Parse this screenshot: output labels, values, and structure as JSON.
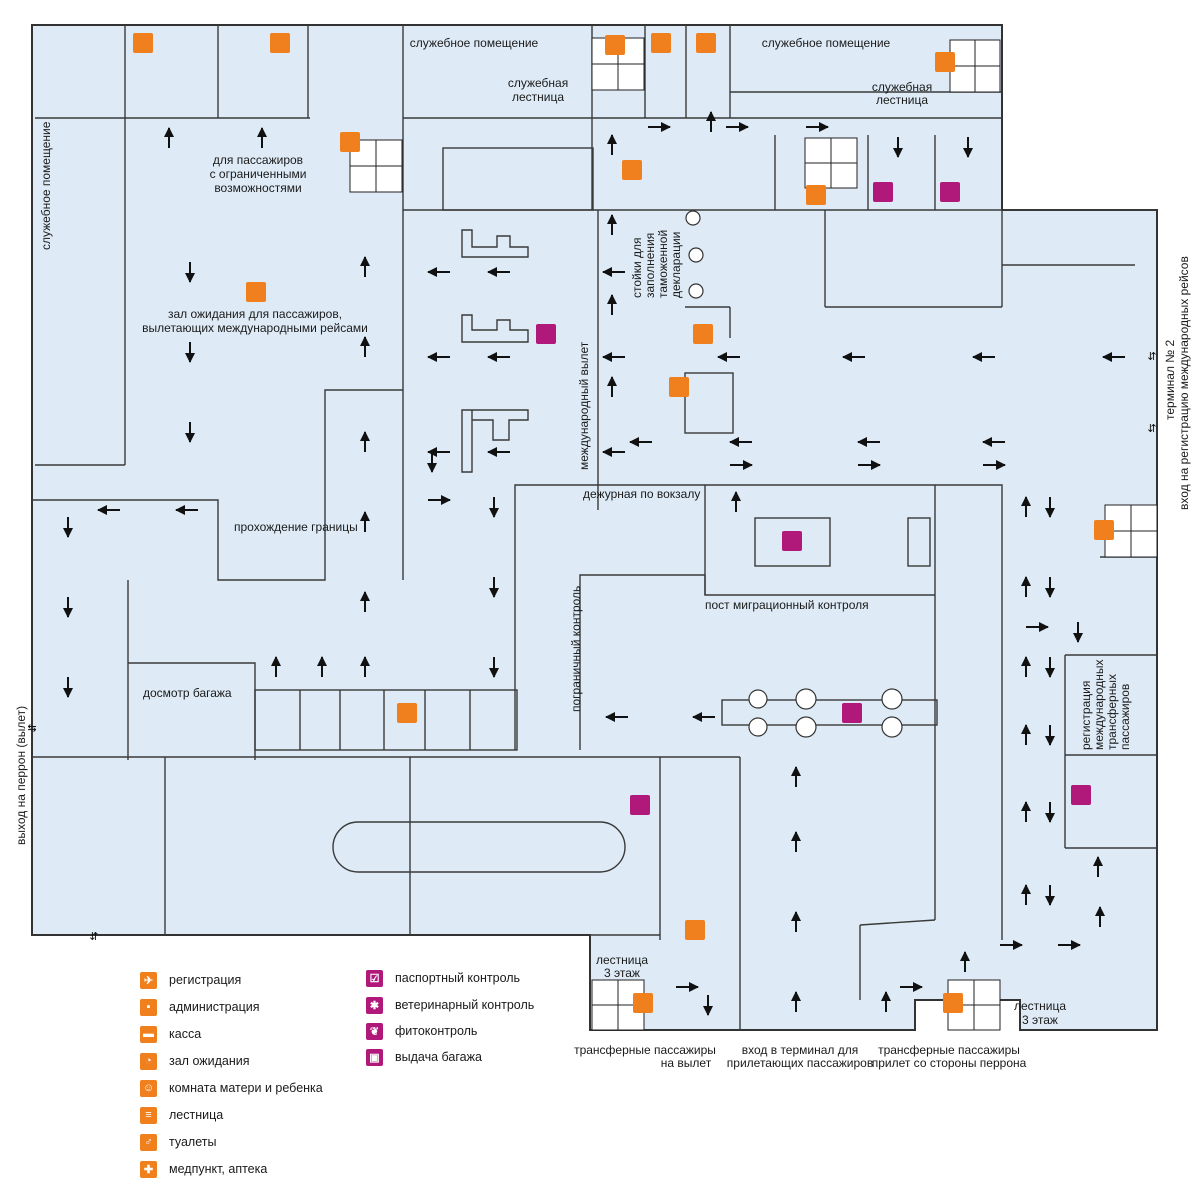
{
  "colors": {
    "floor": "#deebf6",
    "wall": "#3a3a3a",
    "orange": "#f07f1e",
    "magenta": "#b0187a",
    "arrow": "#111111"
  },
  "rooms": {
    "service_room_top_center": "служебное помещение",
    "service_stairs_center": [
      "служебная",
      "лестница"
    ],
    "service_room_top_right": "служебное помещение",
    "service_stairs_right": [
      "служебная",
      "лестница"
    ],
    "accessible": [
      "для пассажиров",
      "с ограниченными",
      "возможностями"
    ],
    "service_room_left": "служебное помещение",
    "waiting_hall": [
      "зал ожидания для пассажиров,",
      "вылетающих международными рейсами"
    ],
    "customs_desks": [
      "стойки для",
      "заполнения",
      "таможенной",
      "декларации"
    ],
    "intl_departure": "международный вылет",
    "station_duty": "дежурная по вокзалу",
    "border_crossing": "прохождение границы",
    "migration_post": "пост миграционный контроля",
    "border_control": "пограничный контроль",
    "baggage_screening": "досмотр багажа",
    "transfer_checkin": [
      "регистрация",
      "международных",
      "трансферных",
      "пассажиров"
    ],
    "terminal2": [
      "терминал № 2",
      "вход на регистрацию международных рейсов"
    ],
    "platform_exit": "выход на перрон (вылет)",
    "stairs_3_left": [
      "лестница",
      "3 этаж"
    ],
    "stairs_3_right": [
      "лестница",
      "3 этаж"
    ],
    "transfer_departure": [
      "трансферные пассажиры",
      "на вылет"
    ],
    "arrivals_entry": [
      "вход в терминал для",
      "прилетающих пассажиров"
    ],
    "transfer_platform": [
      "трансферные пассажиры",
      "прилет со стороны перрона"
    ]
  },
  "legend_left": [
    {
      "icon": "checkin-icon",
      "label": "регистрация"
    },
    {
      "icon": "administration-icon",
      "label": "администрация"
    },
    {
      "icon": "cashier-icon",
      "label": "касса"
    },
    {
      "icon": "waiting-room-icon",
      "label": "зал ожидания"
    },
    {
      "icon": "mother-child-icon",
      "label": "комната матери и ребенка"
    },
    {
      "icon": "stairs-icon",
      "label": "лестница"
    },
    {
      "icon": "toilets-icon",
      "label": "туалеты"
    },
    {
      "icon": "medical-icon",
      "label": "медпункт, аптека"
    }
  ],
  "legend_right": [
    {
      "icon": "passport-control-icon",
      "label": "паспортный контроль"
    },
    {
      "icon": "veterinary-control-icon",
      "label": "ветеринарный контроль"
    },
    {
      "icon": "phyto-control-icon",
      "label": "фитоконтроль"
    },
    {
      "icon": "baggage-claim-icon",
      "label": "выдача багажа"
    }
  ]
}
